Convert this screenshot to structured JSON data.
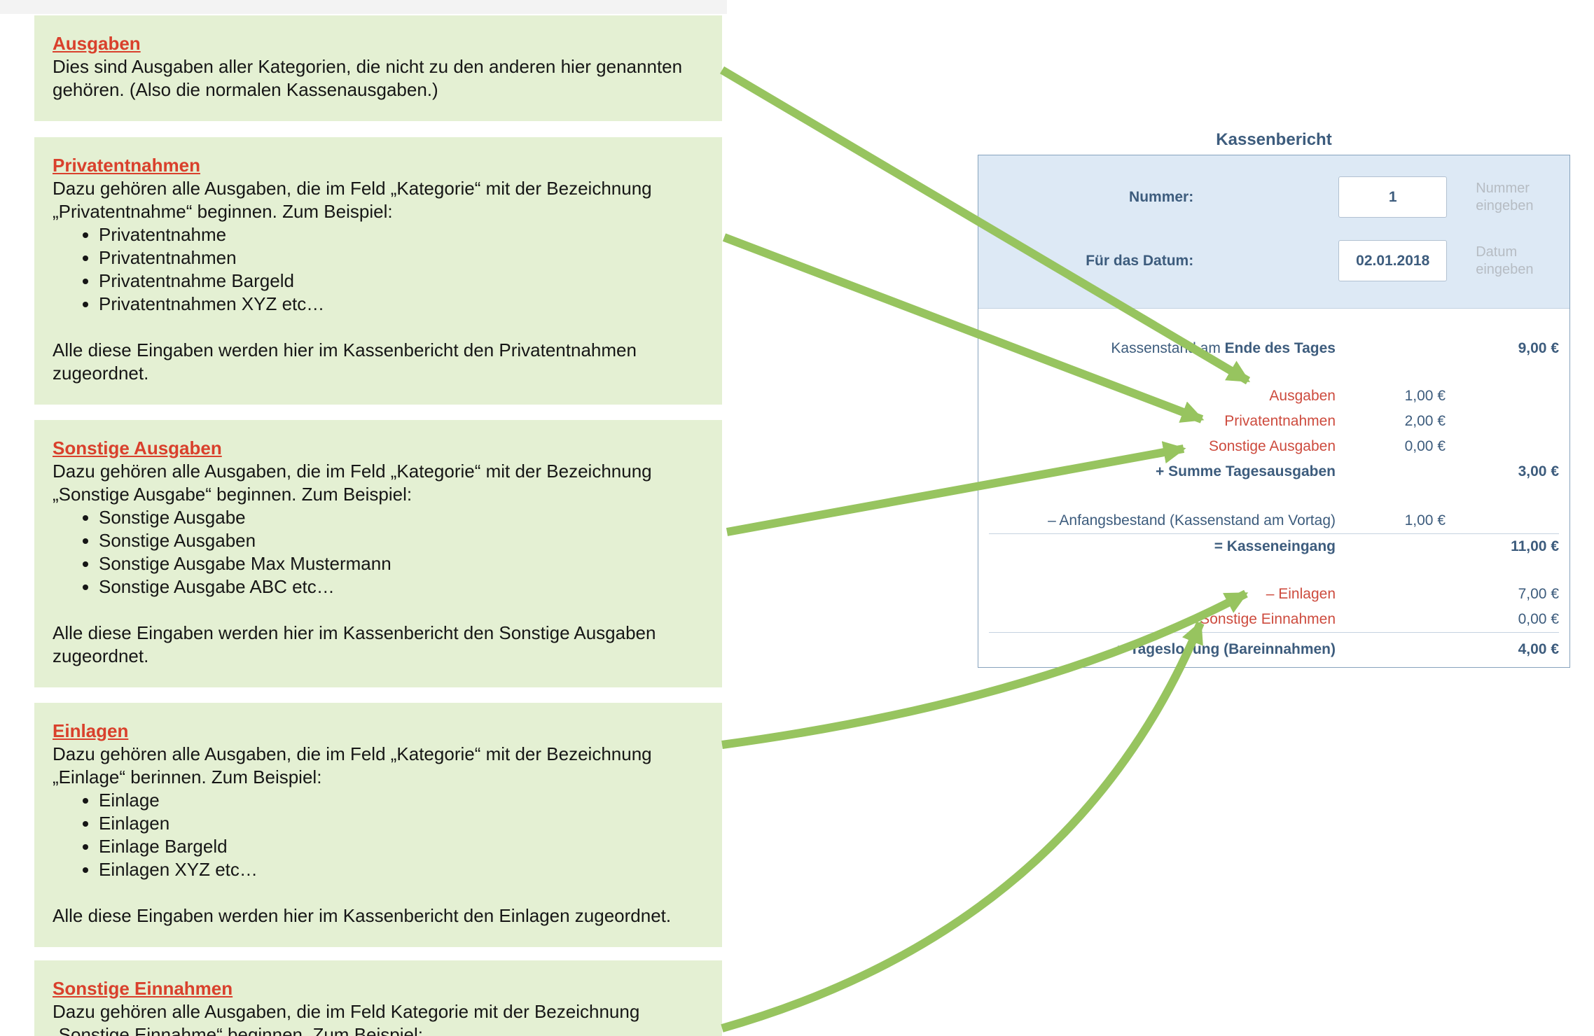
{
  "colors": {
    "info_box_bg": "#e4f0d3",
    "heading_red": "#d9402c",
    "row_red": "#cd4b3e",
    "form_blue": "#3d5c7d",
    "arrow_green": "#97c45f",
    "header_bg": "#dde9f5",
    "panel_border": "#87a3bd",
    "hint_gray": "#b6bcc3"
  },
  "info_boxes": [
    {
      "heading": "Ausgaben",
      "intro": "Dies sind Ausgaben aller Kategorien, die nicht zu den anderen hier genannten gehören. (Also die normalen Kassenausgaben.)"
    },
    {
      "heading": "Privatentnahmen",
      "intro": "Dazu gehören alle Ausgaben, die im Feld „Kategorie“ mit der Bezeichnung „Privatentnahme“ beginnen. Zum Beispiel:",
      "bullets": [
        "Privatentnahme",
        "Privatentnahmen",
        "Privatentnahme Bargeld",
        "Privatentnahmen XYZ etc…"
      ],
      "outro": "Alle diese Eingaben werden hier im Kassenbericht den Privatentnahmen zugeordnet."
    },
    {
      "heading": "Sonstige Ausgaben",
      "intro": "Dazu gehören alle Ausgaben, die im Feld „Kategorie“ mit der Bezeichnung „Sonstige Ausgabe“ beginnen. Zum Beispiel:",
      "bullets": [
        "Sonstige Ausgabe",
        "Sonstige Ausgaben",
        "Sonstige Ausgabe Max Mustermann",
        "Sonstige Ausgabe ABC etc…"
      ],
      "outro": "Alle diese Eingaben werden hier im Kassenbericht den Sonstige Ausgaben zugeordnet."
    },
    {
      "heading": "Einlagen",
      "intro": "Dazu gehören alle Ausgaben, die im Feld „Kategorie“ mit der Bezeichnung „Einlage“ berinnen. Zum Beispiel:",
      "bullets": [
        "Einlage",
        "Einlagen",
        "Einlage Bargeld",
        "Einlagen XYZ  etc…"
      ],
      "outro": "Alle diese Eingaben werden hier im Kassenbericht den Einlagen zugeordnet."
    },
    {
      "heading": "Sonstige Einnahmen",
      "intro": "Dazu gehören alle Ausgaben, die im Feld Kategorie mit der Bezeichnung „Sonstige Einnahme“ beginnen. Zum Beispiel:"
    }
  ],
  "form": {
    "title": "Kassenbericht",
    "fields": [
      {
        "label": "Nummer:",
        "value": "1",
        "hint": "Nummer eingeben"
      },
      {
        "label": "Für das Datum:",
        "value": "02.01.2018",
        "hint": "Datum eingeben"
      }
    ],
    "rows": {
      "kassenstand": {
        "label_regular": "Kassenstand am ",
        "label_bold": "Ende des Tages",
        "value": "9,00 €"
      },
      "ausgaben": {
        "label": "Ausgaben",
        "value": "1,00 €"
      },
      "privatentnahmen": {
        "label": "Privatentnahmen",
        "value": "2,00 €"
      },
      "sonstige_ausgaben": {
        "label": "Sonstige Ausgaben",
        "value": "0,00 €"
      },
      "summe_tagesausgaben": {
        "label": "+ Summe Tagesausgaben",
        "value": "3,00 €"
      },
      "anfangsbestand": {
        "label": "– Anfangsbestand (Kassenstand am Vortag)",
        "value": "1,00 €"
      },
      "kasseneingang": {
        "label": "= Kasseneingang",
        "value": "11,00 €"
      },
      "einlagen": {
        "label": "– Einlagen",
        "value": "7,00 €"
      },
      "sonstige_einnahmen": {
        "label": "– Sonstige Einnahmen",
        "value": "0,00 €"
      },
      "tageslosung": {
        "label": "= Tageslosung (Bareinnahmen)",
        "value": "4,00 €"
      }
    }
  }
}
